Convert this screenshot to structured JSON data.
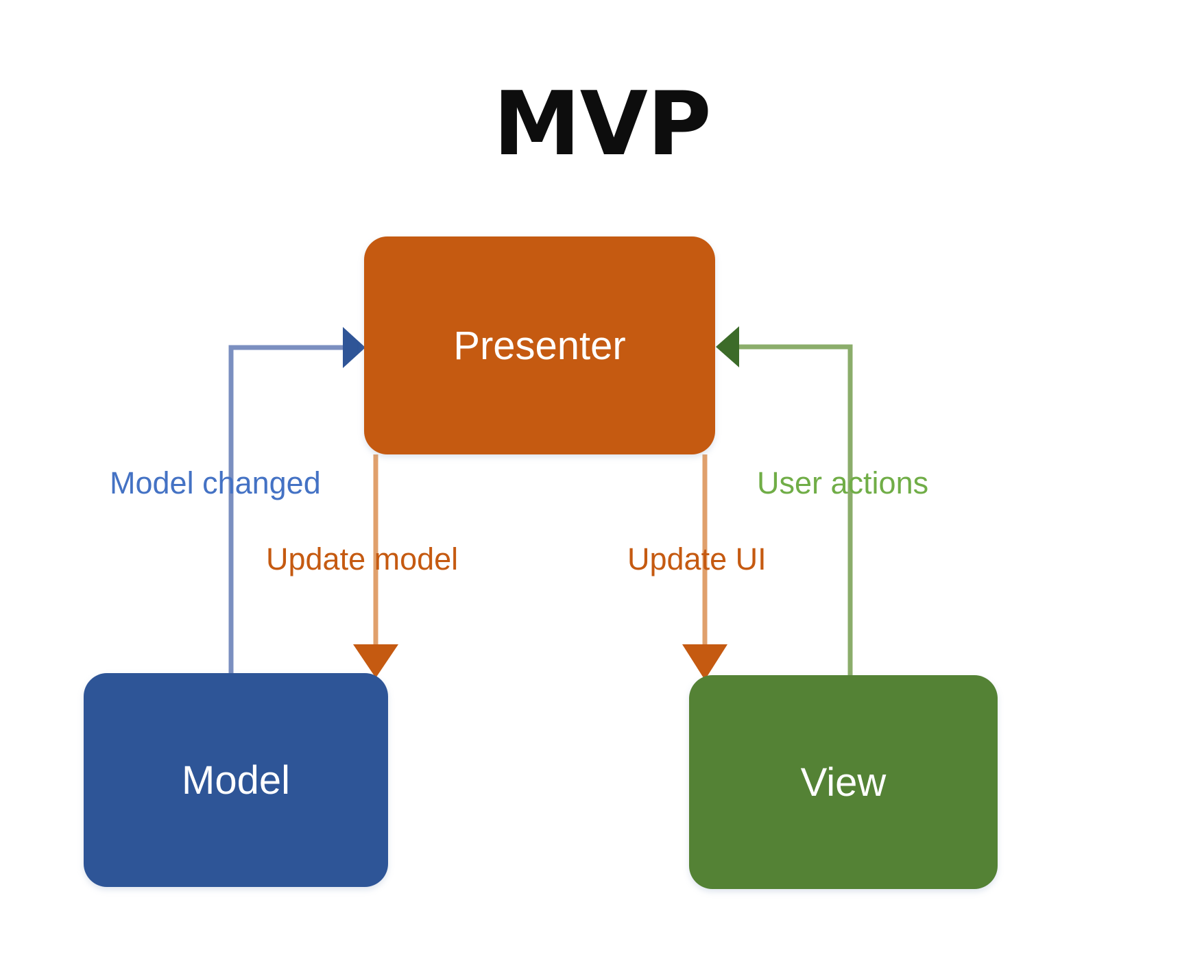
{
  "diagram": {
    "title": "MVP",
    "title_color": "#0d0d0d",
    "background": "#ffffff",
    "type": "architecture-flow-diagram",
    "nodes": [
      {
        "id": "presenter",
        "label": "Presenter",
        "color": "#c55a11",
        "text_color": "#ffffff"
      },
      {
        "id": "model",
        "label": "Model",
        "color": "#2e5597",
        "text_color": "#ffffff"
      },
      {
        "id": "view",
        "label": "View",
        "color": "#548235",
        "text_color": "#ffffff"
      }
    ],
    "edges": [
      {
        "id": "model-changed",
        "label": "Model changed",
        "color": "#4472c4",
        "from": "model",
        "to": "presenter"
      },
      {
        "id": "update-model",
        "label": "Update model",
        "color": "#c55a11",
        "from": "presenter",
        "to": "model"
      },
      {
        "id": "update-ui",
        "label": "Update UI",
        "color": "#c55a11",
        "from": "presenter",
        "to": "view"
      },
      {
        "id": "user-actions",
        "label": "User actions",
        "color": "#70ad47",
        "from": "view",
        "to": "presenter"
      }
    ]
  }
}
